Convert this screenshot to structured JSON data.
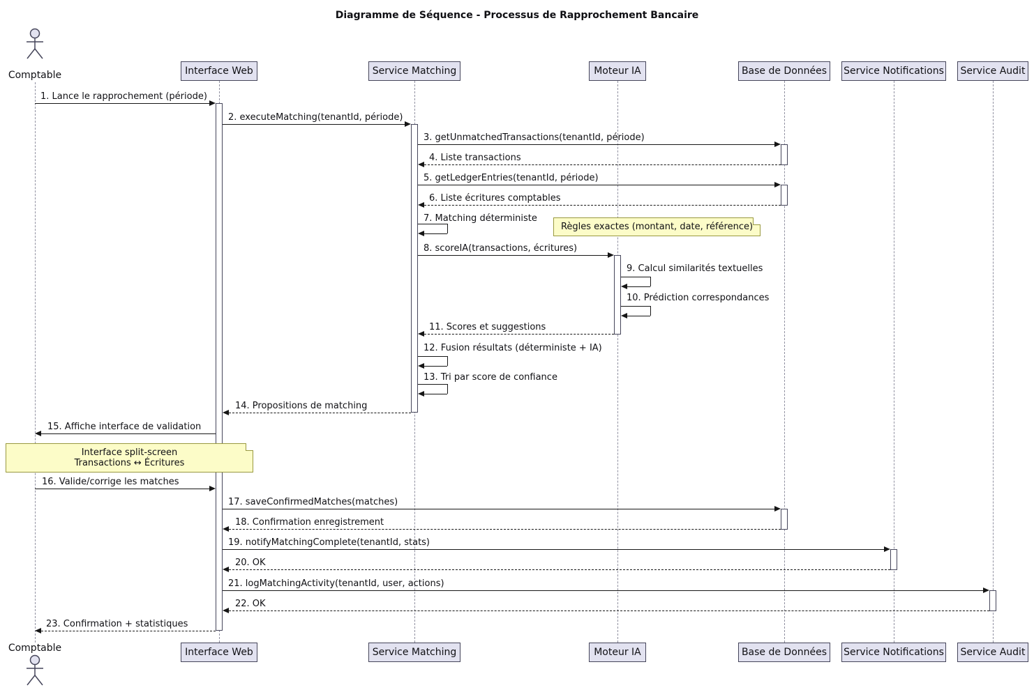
{
  "title": "Diagramme de Séquence - Processus de Rapprochement Bancaire",
  "participants": [
    {
      "label": "Comptable",
      "type": "actor"
    },
    {
      "label": "Interface Web",
      "type": "participant"
    },
    {
      "label": "Service Matching",
      "type": "participant"
    },
    {
      "label": "Moteur IA",
      "type": "participant"
    },
    {
      "label": "Base de Données",
      "type": "participant"
    },
    {
      "label": "Service Notifications",
      "type": "participant"
    },
    {
      "label": "Service Audit",
      "type": "participant"
    }
  ],
  "messages": [
    {
      "label": "1. Lance le rapprochement (période)",
      "from": "Comptable",
      "to": "Interface Web",
      "type": "solid"
    },
    {
      "label": "2. executeMatching(tenantId, période)",
      "from": "Interface Web",
      "to": "Service Matching",
      "type": "solid"
    },
    {
      "label": "3. getUnmatchedTransactions(tenantId, période)",
      "from": "Service Matching",
      "to": "Base de Données",
      "type": "solid"
    },
    {
      "label": "4. Liste transactions",
      "from": "Base de Données",
      "to": "Service Matching",
      "type": "return"
    },
    {
      "label": "5. getLedgerEntries(tenantId, période)",
      "from": "Service Matching",
      "to": "Base de Données",
      "type": "solid"
    },
    {
      "label": "6. Liste écritures comptables",
      "from": "Base de Données",
      "to": "Service Matching",
      "type": "return"
    },
    {
      "label": "7. Matching déterministe",
      "from": "Service Matching",
      "to": "Service Matching",
      "type": "self"
    },
    {
      "label": "8. scoreIA(transactions, écritures)",
      "from": "Service Matching",
      "to": "Moteur IA",
      "type": "solid"
    },
    {
      "label": "9. Calcul similarités textuelles",
      "from": "Moteur IA",
      "to": "Moteur IA",
      "type": "self"
    },
    {
      "label": "10. Prédiction correspondances",
      "from": "Moteur IA",
      "to": "Moteur IA",
      "type": "self"
    },
    {
      "label": "11. Scores et suggestions",
      "from": "Moteur IA",
      "to": "Service Matching",
      "type": "return"
    },
    {
      "label": "12. Fusion résultats (déterministe + IA)",
      "from": "Service Matching",
      "to": "Service Matching",
      "type": "self"
    },
    {
      "label": "13. Tri par score de confiance",
      "from": "Service Matching",
      "to": "Service Matching",
      "type": "self"
    },
    {
      "label": "14. Propositions de matching",
      "from": "Service Matching",
      "to": "Interface Web",
      "type": "return"
    },
    {
      "label": "15. Affiche interface de validation",
      "from": "Interface Web",
      "to": "Comptable",
      "type": "solid"
    },
    {
      "label": "16. Valide/corrige les matches",
      "from": "Comptable",
      "to": "Interface Web",
      "type": "solid"
    },
    {
      "label": "17. saveConfirmedMatches(matches)",
      "from": "Interface Web",
      "to": "Base de Données",
      "type": "solid"
    },
    {
      "label": "18. Confirmation enregistrement",
      "from": "Base de Données",
      "to": "Interface Web",
      "type": "return"
    },
    {
      "label": "19. notifyMatchingComplete(tenantId, stats)",
      "from": "Interface Web",
      "to": "Service Notifications",
      "type": "solid"
    },
    {
      "label": "20. OK",
      "from": "Service Notifications",
      "to": "Interface Web",
      "type": "return"
    },
    {
      "label": "21. logMatchingActivity(tenantId, user, actions)",
      "from": "Interface Web",
      "to": "Service Audit",
      "type": "solid"
    },
    {
      "label": "22. OK",
      "from": "Service Audit",
      "to": "Interface Web",
      "type": "return"
    },
    {
      "label": "23. Confirmation + statistiques",
      "from": "Interface Web",
      "to": "Comptable",
      "type": "return"
    }
  ],
  "notes": [
    {
      "text": "Règles exactes (montant, date, référence)"
    },
    {
      "line1": "Interface split-screen",
      "line2": "Transactions ↔ Écritures"
    }
  ],
  "colors": {
    "background": "#FFFFFF",
    "text": "#101014",
    "participant_fill": "#E2E2F0",
    "participant_border": "#45455A",
    "lifeline": "#9090A0",
    "message_line": "#161616",
    "activation_fill": "#FFFFFF",
    "note_fill": "#FCFCC8",
    "note_border": "#99993F"
  }
}
